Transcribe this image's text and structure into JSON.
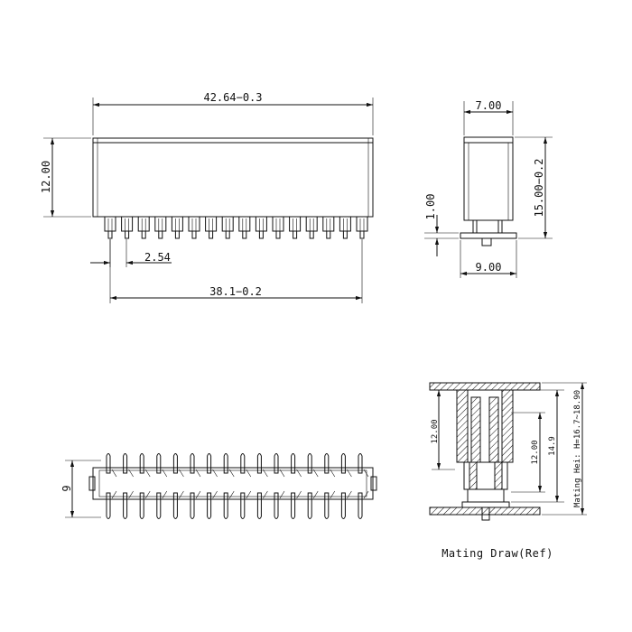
{
  "front_view": {
    "width_dim": "42.64−0.3",
    "height_dim": "12.00",
    "pitch_dim": "2.54",
    "pin_span_dim": "38.1−0.2"
  },
  "side_view": {
    "top_width_dim": "7.00",
    "height_dim": "15.00−0.2",
    "standoff_dim": "1.00",
    "base_width_dim": "9.00"
  },
  "bottom_view": {
    "row_spacing_dim": "9"
  },
  "mating_view": {
    "dim_a": "12.00",
    "dim_b": "14.9",
    "dim_c": "12.00",
    "dim_d": "Mating Hei: H=16.7~18.90",
    "caption": "Mating Draw(Ref)"
  }
}
